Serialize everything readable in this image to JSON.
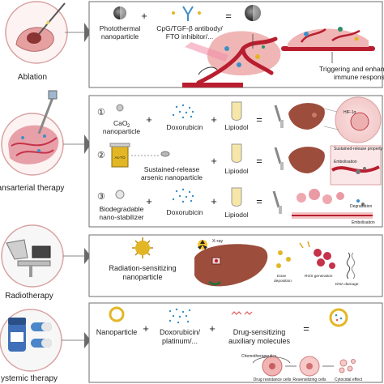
{
  "rows": {
    "ablation": {
      "label": "Ablation",
      "item1": [
        "Photothermal",
        "nanoparticle"
      ],
      "item2": [
        "CpG/TGF-β antibody/",
        "FTO inhibitor/..."
      ],
      "result": [
        "Triggering and enhancing",
        "immune response"
      ]
    },
    "transarterial": {
      "label": "ansarterial therapy",
      "r1": {
        "num": "①",
        "a": [
          "CaO",
          "nanoparticle"
        ],
        "a_sub": "2",
        "b": "Doxorubicin",
        "c": "Lipiodol",
        "tag": "HIF-1α"
      },
      "r2": {
        "num": "②",
        "a_vial": "As-TO",
        "b": [
          "Sustained-release",
          "arsenic nanoparticle"
        ],
        "c": "Lipiodol",
        "tags": [
          "Sustained-release property",
          "Embolisation"
        ]
      },
      "r3": {
        "num": "③",
        "a": [
          "Biodegradable",
          "nano-stabilizer"
        ],
        "b": "Doxorubicin",
        "c": "Lipiodol",
        "tags": [
          "Degradation",
          "Embolisation"
        ]
      }
    },
    "radiotherapy": {
      "label": "Radiotherapy",
      "item": [
        "Radiation-sensitizing",
        "nanoparticle"
      ],
      "xray": "X-ray",
      "tags": [
        "Dose",
        "deposition",
        "ROS generation",
        "DNA damage"
      ]
    },
    "systemic": {
      "label": "ystemic therapy",
      "item1": "Nanoparticle",
      "item2": [
        "Doxorubicin/",
        "platinum/..."
      ],
      "item3": [
        "Drug-sensitizing",
        "auxiliary molecules"
      ],
      "tags": [
        "Chemotherapeutics",
        "Drug resistance cells",
        "Resensitizing cells",
        "Cytocidal effect"
      ]
    }
  },
  "ops": {
    "plus": "+",
    "equals": "="
  },
  "colors": {
    "tissue": "#e8a7a7",
    "vessel": "#b81e2f",
    "liver": "#9c4d3c",
    "gold": "#e3b626",
    "dot": "#3d8fc7",
    "panel_border": "#6e6e6e"
  }
}
